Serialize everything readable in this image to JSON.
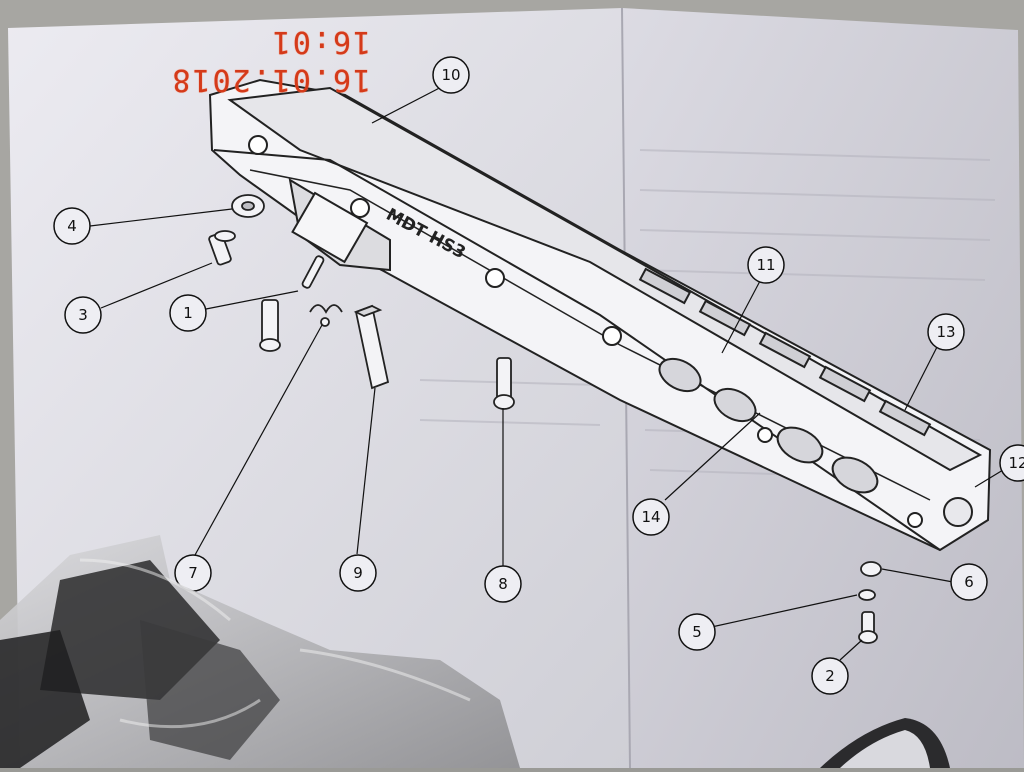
{
  "photo": {
    "timestamp": "16.01.2018 16:01",
    "brand_text": "MDT HS3",
    "callouts": [
      "1",
      "2",
      "3",
      "4",
      "5",
      "6",
      "7",
      "8",
      "9",
      "10",
      "11",
      "12",
      "13",
      "14"
    ]
  }
}
